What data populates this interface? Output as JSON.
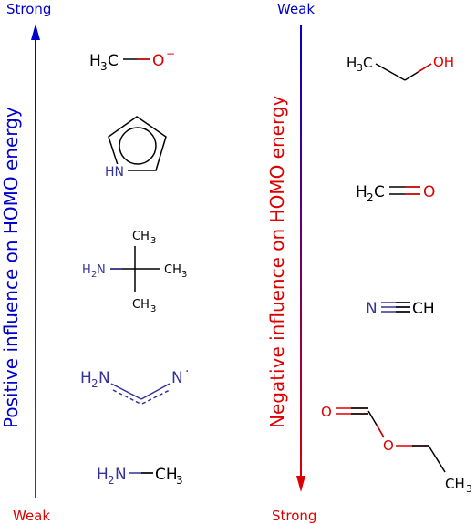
{
  "left_axis": {
    "label": "Positive influence on HOMO energy",
    "top_label": "Strong",
    "bottom_label": "Weak",
    "colors": {
      "top": "#0000cc",
      "bottom": "#dd0000"
    }
  },
  "right_axis": {
    "label": "Negative influence on HOMO energy",
    "top_label": "Weak",
    "bottom_label": "Strong",
    "colors": {
      "top": "#0000cc",
      "bottom": "#dd0000"
    }
  },
  "molecules_left": {
    "methoxide": {
      "c": "C",
      "o": "O",
      "sub": "3",
      "h": "H",
      "charge": "−"
    },
    "pyrrole": {
      "nh": "HN"
    },
    "tert_butylamine": {
      "ch": "CH",
      "sub": "3",
      "h2n": "H",
      "sub2": "2",
      "n": "N"
    },
    "formamidine_radical": {
      "h2n": "H",
      "sub": "2",
      "n": "N",
      "n2": "N",
      "dot": "·"
    },
    "methylamine": {
      "h": "H",
      "sub": "2",
      "n": "N",
      "ch": "CH",
      "sub3": "3"
    }
  },
  "molecules_right": {
    "ethanol": {
      "h": "H",
      "sub": "3",
      "c": "C",
      "oh": "OH"
    },
    "formaldehyde": {
      "h": "H",
      "sub": "2",
      "c": "C",
      "o": "O"
    },
    "hydrogen_cyanide": {
      "n": "N",
      "ch": "CH"
    },
    "ethyl_formate": {
      "o1": "O",
      "o2": "O",
      "ch": "CH",
      "sub": "3"
    }
  },
  "colors": {
    "bond": "#000000",
    "nitrogen": "#333399",
    "oxygen": "#dd0000"
  }
}
